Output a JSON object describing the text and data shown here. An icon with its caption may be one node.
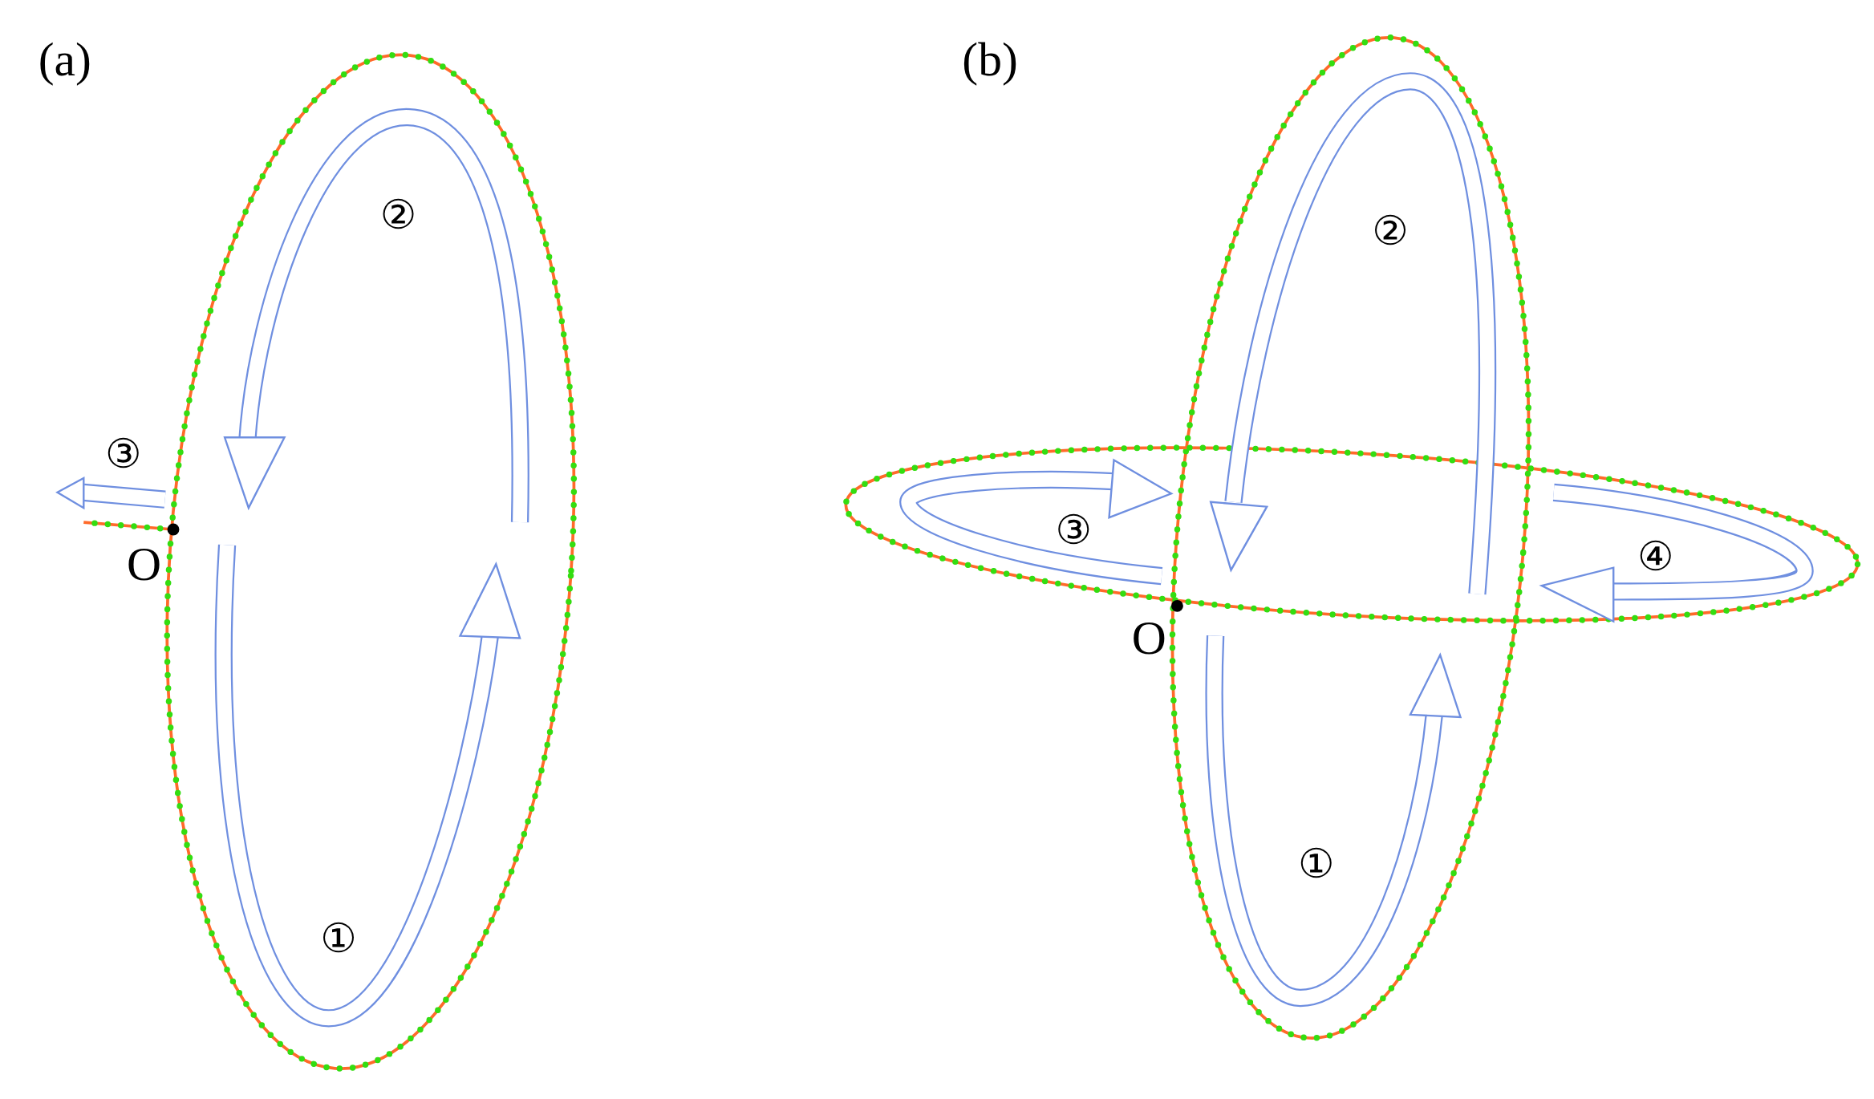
{
  "diagram": {
    "labels": [
      "(a)",
      "(b)",
      "②",
      "③",
      "O",
      "①",
      "②",
      "③",
      "④",
      "O",
      "①"
    ]
  }
}
